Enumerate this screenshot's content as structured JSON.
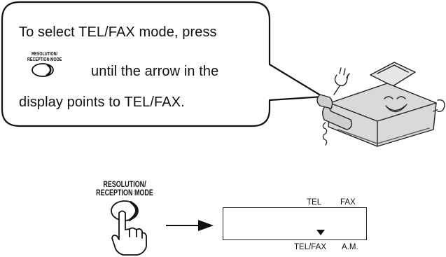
{
  "callout": {
    "line1": "To select TEL/FAX mode, press",
    "button_label_line1": "RESOLUTION/",
    "button_label_line2": "RECEPTION MODE",
    "line2": "until the arrow in the",
    "line3": "display points to TEL/FAX."
  },
  "illustration": {
    "device": "fax-machine-character"
  },
  "control": {
    "button_label_line1": "RESOLUTION/",
    "button_label_line2": "RECEPTION MODE",
    "icon": "hand-pointer-icon"
  },
  "display": {
    "top_tel": "TEL",
    "top_fax": "FAX",
    "bottom_telfax": "TEL/FAX",
    "bottom_am": "A.M.",
    "indicator": "down-triangle-icon"
  }
}
